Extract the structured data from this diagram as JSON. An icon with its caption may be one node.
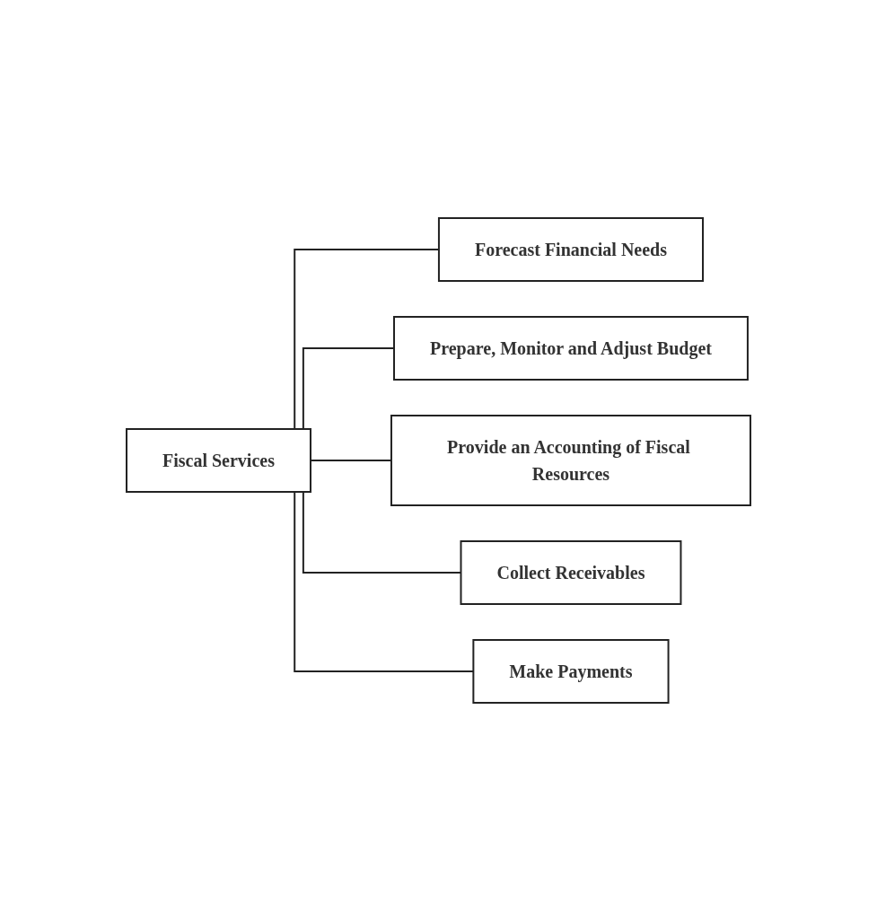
{
  "diagram": {
    "nodes": [
      {
        "text": [
          "Fiscal Services"
        ]
      },
      {
        "text": [
          "Forecast Financial Needs"
        ]
      },
      {
        "text": [
          "Prepare, Monitor and Adjust Budget"
        ]
      },
      {
        "text": [
          "Provide an Accounting of Fiscal Resources"
        ]
      },
      {
        "text": [
          "Collect Receivables"
        ]
      },
      {
        "text": [
          "Make Payments"
        ]
      }
    ],
    "edges": [
      {
        "from": 0,
        "to": 1,
        "arrow": "none"
      },
      {
        "from": 0,
        "to": 2,
        "arrow": "none"
      },
      {
        "from": 0,
        "to": 3,
        "arrow": "none"
      },
      {
        "from": 0,
        "to": 4,
        "arrow": "none"
      },
      {
        "from": 0,
        "to": 5,
        "arrow": "none"
      }
    ]
  }
}
